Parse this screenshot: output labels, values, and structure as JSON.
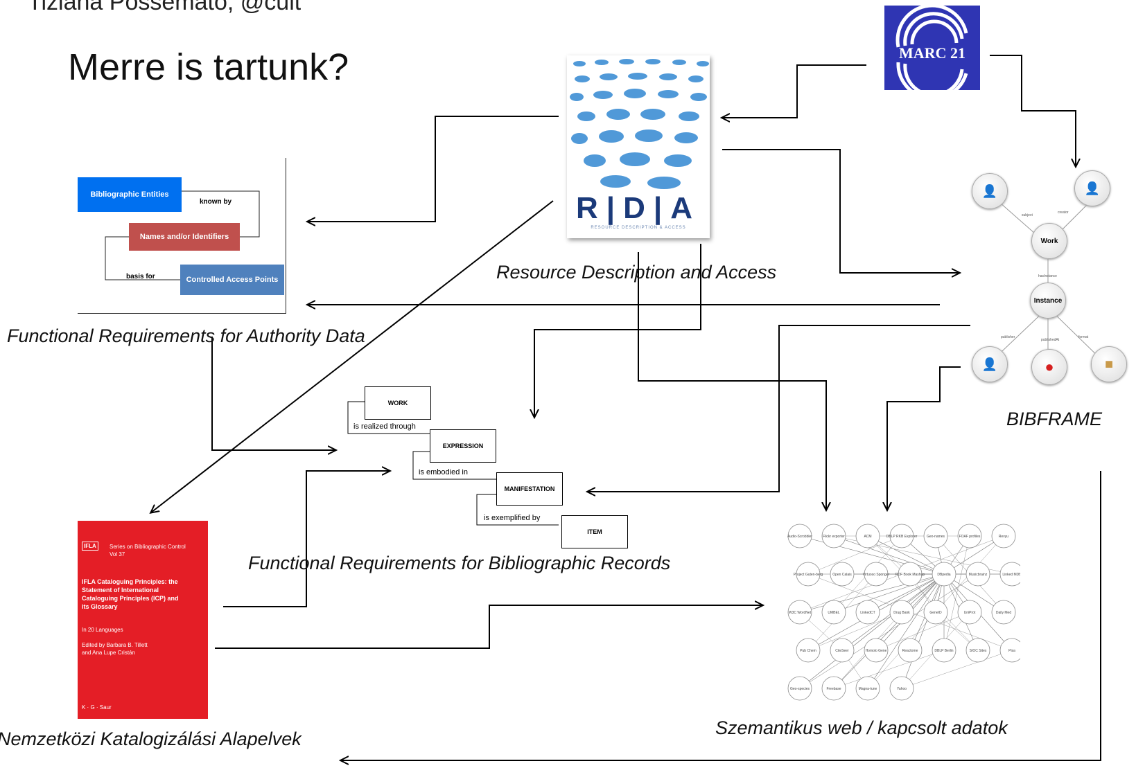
{
  "author": "Tiziana Possemato, @cult",
  "title": "Merre is tartunk?",
  "captions": {
    "rda": "Resource Description and Access",
    "frad": "Functional Requirements for Authority Data",
    "frbr": "Functional Requirements for Bibliographic Records",
    "bibframe": "BIBFRAME",
    "semantic": "Szemantikus web / kapcsolt adatok",
    "icp": "Nemzetközi Katalogizálási Alapelvek"
  },
  "frad": {
    "entities": "Bibliographic Entities",
    "names": "Names and/or Identifiers",
    "access_points": "Controlled Access Points",
    "known_by": "known by",
    "basis_for": "basis for"
  },
  "frbr": {
    "work": "WORK",
    "expression": "EXPRESSION",
    "manifestation": "MANIFESTATION",
    "item": "ITEM",
    "realized": "is realized through",
    "embodied": "is embodied in",
    "exemplified": "is exemplified by"
  },
  "rda_cover": {
    "letters": "R|D|A",
    "subtitle": "RESOURCE DESCRIPTION & ACCESS"
  },
  "marc": {
    "label": "MARC 21"
  },
  "bibframe_nodes": {
    "work": "Work",
    "instance": "Instance",
    "subject": "subject",
    "creator": "creator",
    "has_instance": "hasInstance",
    "publisher": "publisher",
    "published_at": "publishedAt",
    "format": "format"
  },
  "icp_book": {
    "ifla": "IFLA",
    "series": "Series on Bibliographic Control",
    "vol": "Vol 37",
    "title": "IFLA Cataloguing Principles: the Statement of International Cataloguing Principles (ICP) and its Glossary",
    "languages": "In 20 Languages",
    "edited": "Edited by Barbara B. Tillett and Ana Lupe Cristán",
    "publisher": "K · G · Saur"
  },
  "lod_nodes": [
    "Audio-Scrobbler",
    "Flickr exporter",
    "ACM",
    "DBLP RKB Explorer",
    "Geo-names",
    "FOAF profiles",
    "Revyu",
    "Project Guten-berg",
    "Open Calais",
    "Virtuoso Sponger",
    "RDF Book Mashup",
    "DBpedia",
    "Musicbrainz",
    "Linked MDB",
    "W3C WordNet",
    "UMBEL",
    "LinkedCT",
    "Drug Bank",
    "GeneID",
    "UniProt",
    "Daily Med",
    "Pub Chem",
    "CiteSeer",
    "Homolo Gene",
    "Reactome",
    "DBLP Berlin",
    "SIOC Sites",
    "Pisa",
    "Geo-species",
    "Freebase",
    "Magna-tune",
    "Yahoo"
  ],
  "colors": {
    "frad_blue": "#0070f0",
    "frad_red": "#c0504d",
    "frad_steel": "#4f81bd",
    "icp_red": "#e41e26",
    "marc_blue": "#2f35b3",
    "rda_dots": "#3e8fd4"
  }
}
